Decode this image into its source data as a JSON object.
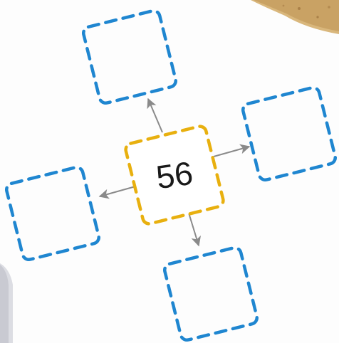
{
  "diagram": {
    "center_value": "56",
    "center_box_color": "#e8b00f",
    "empty_box_color": "#1f86d0",
    "arrow_color": "#8a8a8a",
    "empty_boxes": [
      "top",
      "right",
      "bottom",
      "left"
    ]
  }
}
